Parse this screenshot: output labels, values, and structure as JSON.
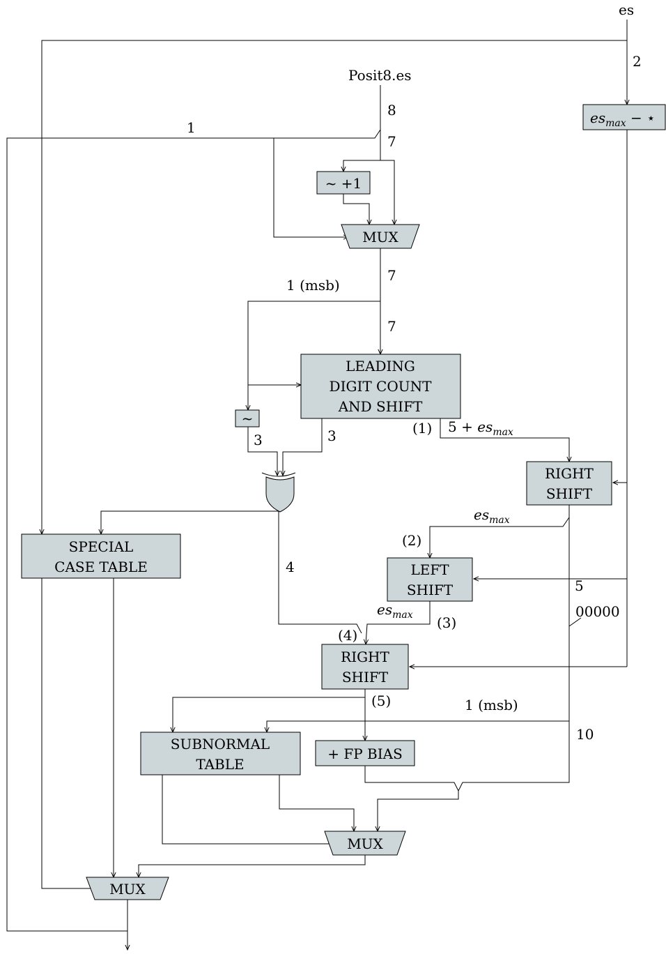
{
  "inputs": {
    "es": "es",
    "posit": "Posit8.es"
  },
  "blocks": {
    "es_sub": {
      "main": "es",
      "sub": "max",
      "rest": " − ⋆"
    },
    "negate": "~ +1",
    "mux_top": "MUX",
    "ldcs": [
      "LEADING",
      "DIGIT COUNT",
      "AND SHIFT"
    ],
    "not_small": "~",
    "rshift1": [
      "RIGHT",
      "SHIFT"
    ],
    "lshift": [
      "LEFT",
      "SHIFT"
    ],
    "rshift2": [
      "RIGHT",
      "SHIFT"
    ],
    "special": [
      "SPECIAL",
      "CASE TABLE"
    ],
    "subnormal": [
      "SUBNORMAL",
      "TABLE"
    ],
    "fpbias": "+ FP BIAS",
    "mux_mid": "MUX",
    "mux_bot": "MUX"
  },
  "wire_labels": {
    "w_es_2": "2",
    "w_posit_8": "8",
    "w_sign_1": "1",
    "w_mag_7": "7",
    "w_mux_out_7": "7",
    "w_msb": "1 (msb)",
    "w_ldc_in_7": "7",
    "w_not_3": "3",
    "w_ldc_3": "3",
    "w_ldc_idx": "(1)",
    "w_5plus": "5 + ",
    "w_5plus_es": "es",
    "w_5plus_sub": "max",
    "w_rs_es": "es",
    "w_rs_es_sub": "max",
    "w_idx2": "(2)",
    "w_5": "5",
    "w_zeros": "00000",
    "w_xor_4": "4",
    "w_ls_es": "es",
    "w_ls_es_sub": "max",
    "w_idx3": "(3)",
    "w_idx4": "(4)",
    "w_idx5": "(5)",
    "w_msb2": "1 (msb)",
    "w_10": "10"
  }
}
